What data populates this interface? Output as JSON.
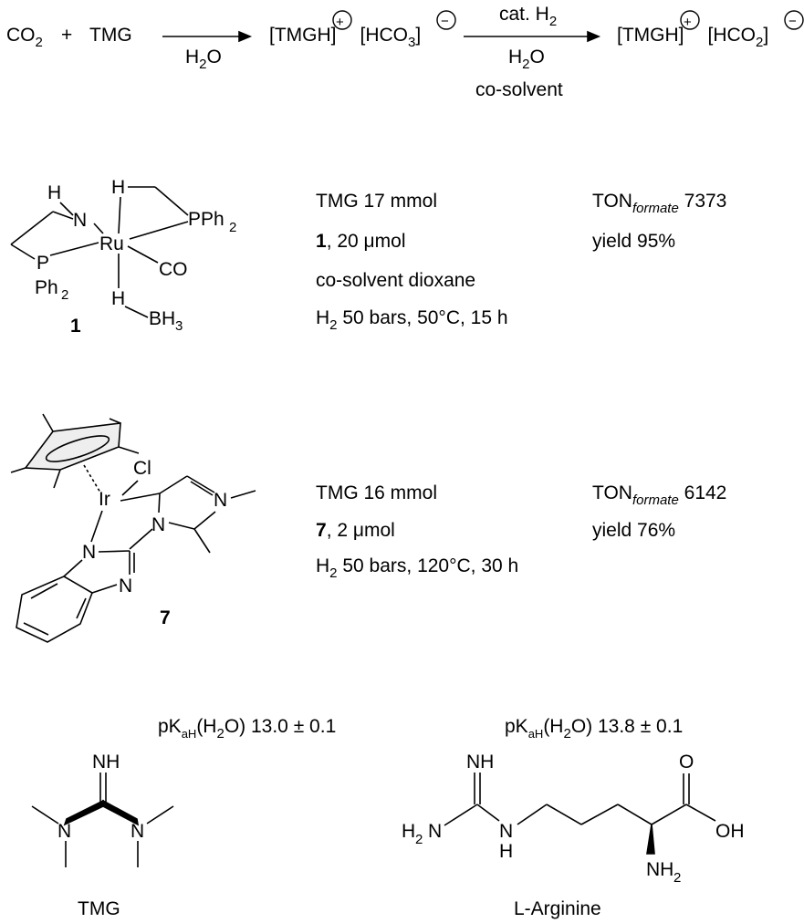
{
  "reaction": {
    "co2": "CO",
    "co2_sub": "2",
    "plus": "+",
    "tmg": "TMG",
    "arrow1_below": "H",
    "arrow1_below_sub": "2",
    "arrow1_below_tail": "O",
    "product1": "[TMGH]",
    "product1_anion": "[HCO",
    "product1_anion_sub": "3",
    "product1_anion_close": "]",
    "plus_charge": "+",
    "minus_charge": "−",
    "arrow2_above": "cat. H",
    "arrow2_above_sub": "2",
    "arrow2_below1": "H",
    "arrow2_below1_sub": "2",
    "arrow2_below1_tail": "O",
    "arrow2_below2": "co-solvent",
    "product2": "[TMGH]",
    "product2_anion": "[HCO",
    "product2_anion_sub": "2",
    "product2_anion_close": "]"
  },
  "catalyst1": {
    "label": "1",
    "atoms": {
      "H_top": "H",
      "H_N": "H",
      "N": "N",
      "Ru": "Ru",
      "PPh2_right": "PPh",
      "PPh2_right_sub": "2",
      "P": "P",
      "Ph2": "Ph",
      "Ph2_sub": "2",
      "CO": "CO",
      "H_bottom": "H",
      "BH3": "BH",
      "BH3_sub": "3"
    },
    "conditions": [
      {
        "text": "TMG 17 mmol"
      },
      {
        "bold": "1",
        "text": ", 20 μmol"
      },
      {
        "text": "co-solvent dioxane"
      },
      {
        "pre": "H",
        "sub": "2",
        "text": " 50 bars, 50°C, 15 h"
      }
    ],
    "results": {
      "ton_label": "TON",
      "ton_sub": "formate",
      "ton_value": " 7373",
      "yield": "yield 95%"
    }
  },
  "catalyst7": {
    "label": "7",
    "atoms": {
      "Cl": "Cl",
      "Ir": "Ir",
      "N1": "N",
      "N2": "N",
      "N3": "N",
      "N4": "N"
    },
    "conditions": [
      {
        "text": "TMG 16 mmol"
      },
      {
        "bold": "7",
        "text": ", 2 μmol"
      },
      {
        "pre": "H",
        "sub": "2",
        "text": " 50 bars, 120°C, 30 h"
      }
    ],
    "results": {
      "ton_label": "TON",
      "ton_sub": "formate",
      "ton_value": " 6142",
      "yield": "yield 76%"
    }
  },
  "bases": [
    {
      "pka_pre": "pK",
      "pka_sub": "aH",
      "pka_post": "(H",
      "pka_sub2": "2",
      "pka_tail": "O) 13.0 ± 0.1",
      "name": "TMG",
      "atoms": {
        "NH": "NH",
        "N_left": "N",
        "N_right": "N"
      }
    },
    {
      "pka_pre": "pK",
      "pka_sub": "aH",
      "pka_post": "(H",
      "pka_sub2": "2",
      "pka_tail": "O) 13.8 ± 0.1",
      "name": "L-Arginine",
      "atoms": {
        "NH": "NH",
        "H2N": "H",
        "H2N_sub": "2",
        "H2N_tail": "N",
        "N": "N",
        "H": "H",
        "O": "O",
        "OH": "OH",
        "NH2": "NH",
        "NH2_sub": "2"
      }
    }
  ]
}
